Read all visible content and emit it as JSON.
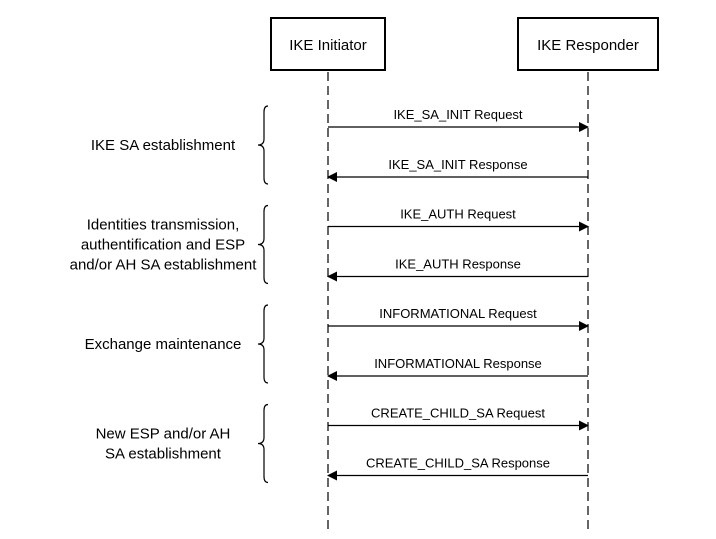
{
  "actors": {
    "initiator": "IKE Initiator",
    "responder": "IKE Responder"
  },
  "groups": [
    {
      "label_lines": [
        "IKE SA establishment"
      ],
      "messages": [
        {
          "text": "IKE_SA_INIT Request",
          "direction": "to-responder"
        },
        {
          "text": "IKE_SA_INIT Response",
          "direction": "to-initiator"
        }
      ]
    },
    {
      "label_lines": [
        "Identities transmission,",
        "authentification and ESP",
        "and/or AH SA establishment"
      ],
      "messages": [
        {
          "text": "IKE_AUTH Request",
          "direction": "to-responder"
        },
        {
          "text": "IKE_AUTH Response",
          "direction": "to-initiator"
        }
      ]
    },
    {
      "label_lines": [
        "Exchange maintenance"
      ],
      "messages": [
        {
          "text": "INFORMATIONAL Request",
          "direction": "to-responder"
        },
        {
          "text": "INFORMATIONAL Response",
          "direction": "to-initiator"
        }
      ]
    },
    {
      "label_lines": [
        "New ESP and/or AH",
        "SA establishment"
      ],
      "messages": [
        {
          "text": "CREATE_CHILD_SA Request",
          "direction": "to-responder"
        },
        {
          "text": "CREATE_CHILD_SA  Response",
          "direction": "to-initiator"
        }
      ]
    }
  ]
}
